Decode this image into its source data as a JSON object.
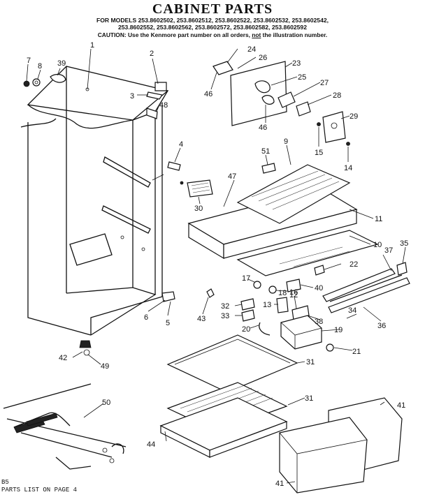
{
  "header": {
    "title": "CABINET PARTS",
    "models_line1": "FOR MODELS 253.8602502, 253.8602512, 253.8602522, 253.8602532, 253.8602542,",
    "models_line2": "253.8602552, 253.8602562, 253.8602572, 253.8602582, 253.8602592",
    "caution_a": "CAUTION: Use the Kenmore part number on all orders, ",
    "caution_not": "not",
    "caution_b": " the illustration number."
  },
  "footer": {
    "code": "B5",
    "parts_ref": "PARTS LIST ON PAGE 4"
  },
  "callouts": [
    "1",
    "2",
    "3",
    "4",
    "5",
    "6",
    "7",
    "8",
    "9",
    "10",
    "11",
    "12",
    "13",
    "14",
    "15",
    "16",
    "17",
    "18",
    "19",
    "20",
    "21",
    "22",
    "23",
    "24",
    "25",
    "26",
    "27",
    "28",
    "29",
    "30",
    "31",
    "31",
    "32",
    "33",
    "34",
    "35",
    "36",
    "37",
    "38",
    "39",
    "40",
    "41",
    "41",
    "42",
    "43",
    "44",
    "46",
    "46",
    "47",
    "48",
    "49",
    "50",
    "51"
  ]
}
